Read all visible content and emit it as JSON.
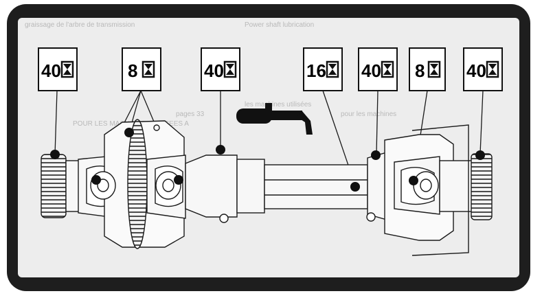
{
  "labels": [
    {
      "text": "40",
      "icon": "hourglass-icon"
    },
    {
      "text": "8",
      "icon": "hourglass-icon"
    },
    {
      "text": "40",
      "icon": "hourglass-icon"
    },
    {
      "text": "16",
      "icon": "hourglass-icon"
    },
    {
      "text": "40",
      "icon": "hourglass-icon"
    },
    {
      "text": "8",
      "icon": "hourglass-icon"
    },
    {
      "text": "40",
      "icon": "hourglass-icon"
    }
  ],
  "background_text": [
    "graissage de l'arbre de transmission",
    "Power shaft lubrication",
    "les machines utilisées",
    "pour les machines",
    "pages 33",
    "POUR LES MACHINES UTILISEES A"
  ],
  "colors": {
    "frame": "#1e1e1e",
    "panel": "#ededed",
    "ink": "#1a1a1a",
    "faded_text": "#b9b9b9"
  },
  "icons": {
    "grease_gun": "grease-gun-icon",
    "grease_point": "grease-point-dot"
  }
}
